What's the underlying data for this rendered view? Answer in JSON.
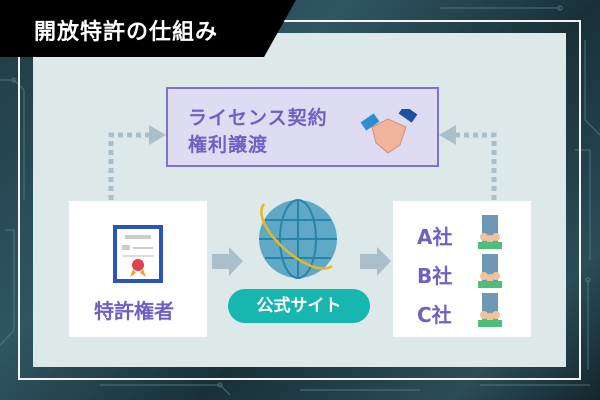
{
  "title": "開放特許の仕組み",
  "license_box": {
    "line1": "ライセンス契約",
    "line2": "権利譲渡",
    "icon": "handshake-icon"
  },
  "patent_holder": {
    "label": "特許権者",
    "icon": "certificate-icon"
  },
  "official_site": {
    "label": "公式サイト",
    "icon": "globe-icon"
  },
  "companies": [
    {
      "label": "A社",
      "icon": "company-building-icon"
    },
    {
      "label": "B社",
      "icon": "company-building-icon"
    },
    {
      "label": "C社",
      "icon": "company-building-icon"
    }
  ],
  "colors": {
    "accent": "#6d62c2",
    "teal": "#17b6ae",
    "panel": "#dde9e9",
    "arrow": "#a9bfc9"
  }
}
